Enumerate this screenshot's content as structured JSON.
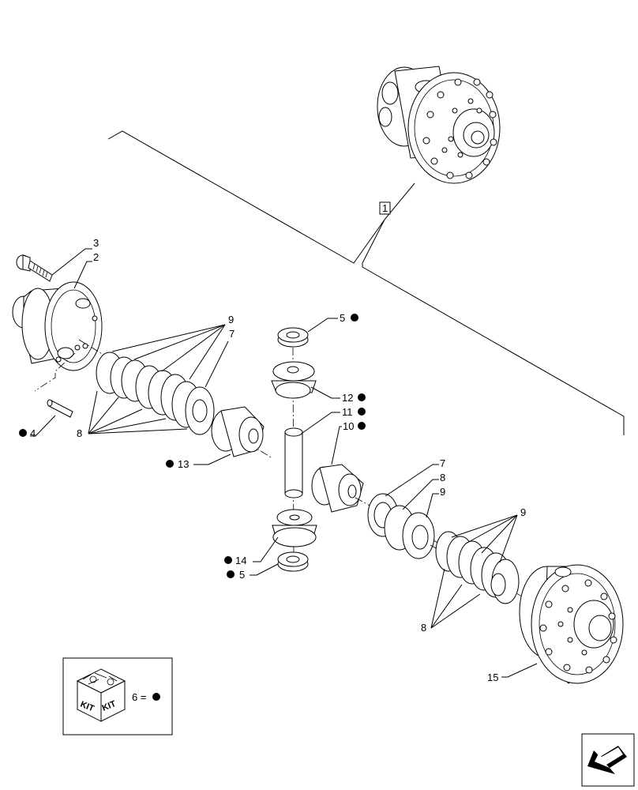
{
  "callouts": {
    "c1": "1",
    "c2": "2",
    "c3": "3",
    "c4": "4",
    "c5a": "5",
    "c5b": "5",
    "c7a": "7",
    "c7b": "7",
    "c8a": "8",
    "c8b": "8",
    "c8c": "8",
    "c9a": "9",
    "c9b": "9",
    "c9c": "9",
    "c10": "10",
    "c11": "11",
    "c12": "12",
    "c13": "13",
    "c14": "14",
    "c15": "15"
  },
  "legend": {
    "kit_word_left": "KIT",
    "kit_word_right": "KIT",
    "text": "6 ="
  },
  "icons": {
    "kit": "kit-box-icon",
    "navigation": "previous-page-arrow-icon",
    "bullet": "filled-dot"
  }
}
